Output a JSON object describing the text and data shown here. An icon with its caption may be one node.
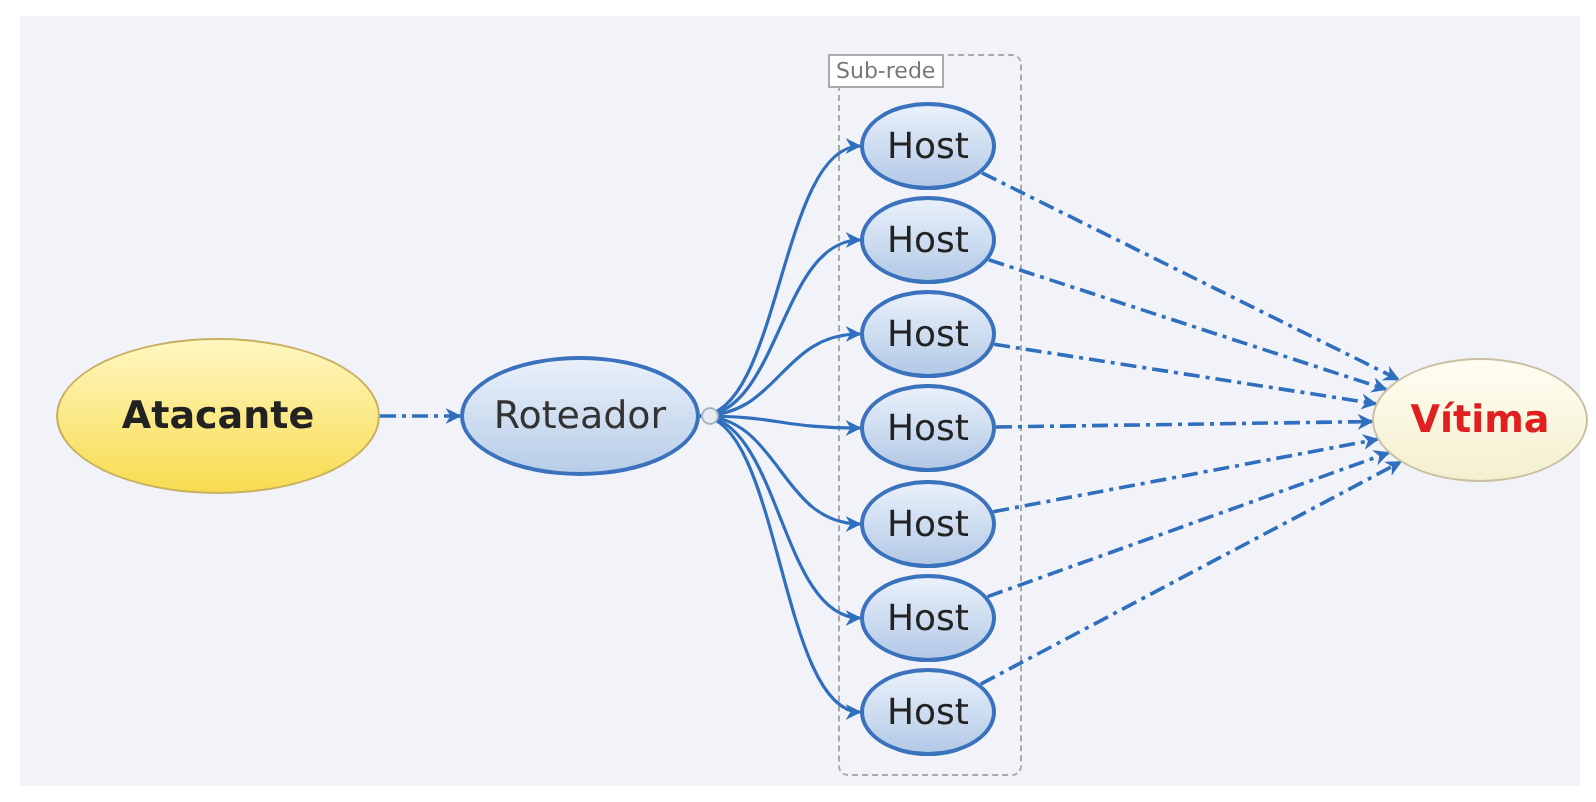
{
  "diagram": {
    "nodes": [
      {
        "text": [
          "Atacante"
        ]
      },
      {
        "text": [
          "Roteador"
        ]
      },
      {
        "text": [
          "Sub-rede"
        ]
      },
      {
        "text": [
          "Host"
        ],
        "in": 2
      },
      {
        "text": [
          "Host"
        ],
        "in": 2
      },
      {
        "text": [
          "Host"
        ],
        "in": 2
      },
      {
        "text": [
          "Host"
        ],
        "in": 2
      },
      {
        "text": [
          "Host"
        ],
        "in": 2
      },
      {
        "text": [
          "Host"
        ],
        "in": 2
      },
      {
        "text": [
          "Host"
        ],
        "in": 2
      },
      {
        "text": [
          "Vítima"
        ]
      }
    ],
    "edges": [
      {
        "from": 0,
        "to": 1,
        "arrow": "to",
        "style": "dashed"
      },
      {
        "from": 1,
        "to": 3,
        "arrow": "to"
      },
      {
        "from": 1,
        "to": 4,
        "arrow": "to"
      },
      {
        "from": 1,
        "to": 5,
        "arrow": "to"
      },
      {
        "from": 1,
        "to": 6,
        "arrow": "to"
      },
      {
        "from": 1,
        "to": 7,
        "arrow": "to"
      },
      {
        "from": 1,
        "to": 8,
        "arrow": "to"
      },
      {
        "from": 1,
        "to": 9,
        "arrow": "to"
      },
      {
        "from": 3,
        "to": 10,
        "arrow": "to",
        "style": "dashed"
      },
      {
        "from": 4,
        "to": 10,
        "arrow": "to",
        "style": "dashed"
      },
      {
        "from": 5,
        "to": 10,
        "arrow": "to",
        "style": "dashed"
      },
      {
        "from": 6,
        "to": 10,
        "arrow": "to",
        "style": "dashed"
      },
      {
        "from": 7,
        "to": 10,
        "arrow": "to",
        "style": "dashed"
      },
      {
        "from": 8,
        "to": 10,
        "arrow": "to",
        "style": "dashed"
      },
      {
        "from": 9,
        "to": 10,
        "arrow": "to",
        "style": "dashed"
      }
    ]
  }
}
